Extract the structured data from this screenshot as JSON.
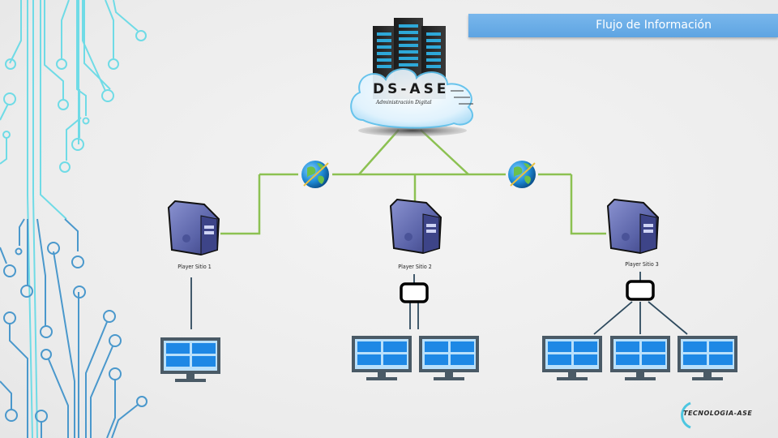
{
  "title": "Flujo de Información",
  "cloud": {
    "brand": "DS-ASE",
    "subtitle": "Administración Digital"
  },
  "players": [
    {
      "label": "Player  Sitio 1",
      "displays": 1,
      "splitter": false
    },
    {
      "label": "Player  Sitio 2",
      "displays": 2,
      "splitter": true
    },
    {
      "label": "Player  Sitio 3",
      "displays": 3,
      "splitter": true
    }
  ],
  "icons": {
    "cloud": "cloud-server-icon",
    "internet": "globe-icon",
    "player": "server-tower-icon",
    "splitter": "video-splitter-icon",
    "display": "monitor-icon"
  },
  "colors": {
    "title_bar": "#6aaee8",
    "link_green": "#8cc152",
    "cable_dark": "#2e4a5e",
    "server_blue": "#5a63a8",
    "screen_blue": "#1e88e5",
    "screen_frame": "#4a5a66",
    "circuit_cyan": "#5fd3e0",
    "circuit_blue": "#4a90c8"
  },
  "footer_logo": "TECNOLOGIA-ASE"
}
